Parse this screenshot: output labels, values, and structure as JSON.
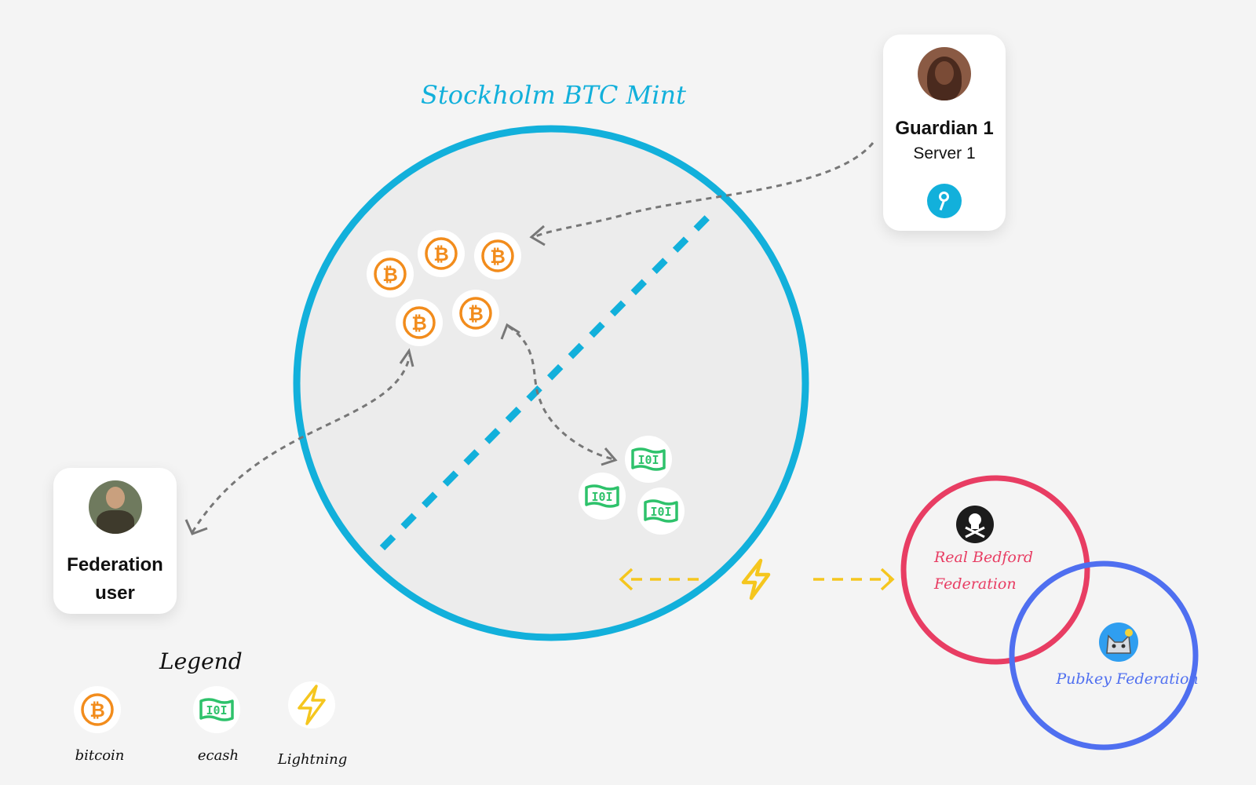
{
  "mint": {
    "title": "Stockholm BTC Mint"
  },
  "guardian": {
    "name": "Guardian 1",
    "role": "Server 1"
  },
  "federation_user": {
    "line1": "Federation",
    "line2": "user"
  },
  "federations": {
    "real_bedford": {
      "line1": "Real Bedford",
      "line2": "Federation"
    },
    "pubkey": {
      "label": "Pubkey Federation"
    }
  },
  "legend": {
    "title": "Legend",
    "items": [
      {
        "label": "bitcoin",
        "icon": "bitcoin-icon"
      },
      {
        "label": "ecash",
        "icon": "ecash-icon"
      },
      {
        "label": "Lightning",
        "icon": "lightning-icon"
      }
    ]
  },
  "colors": {
    "mint_ring": "#12b0db",
    "bitcoin": "#f28c1c",
    "ecash": "#2ec26b",
    "lightning": "#f5c61e",
    "real_bedford": "#e83d63",
    "pubkey": "#4f6ff0",
    "arrows": "#777777"
  }
}
